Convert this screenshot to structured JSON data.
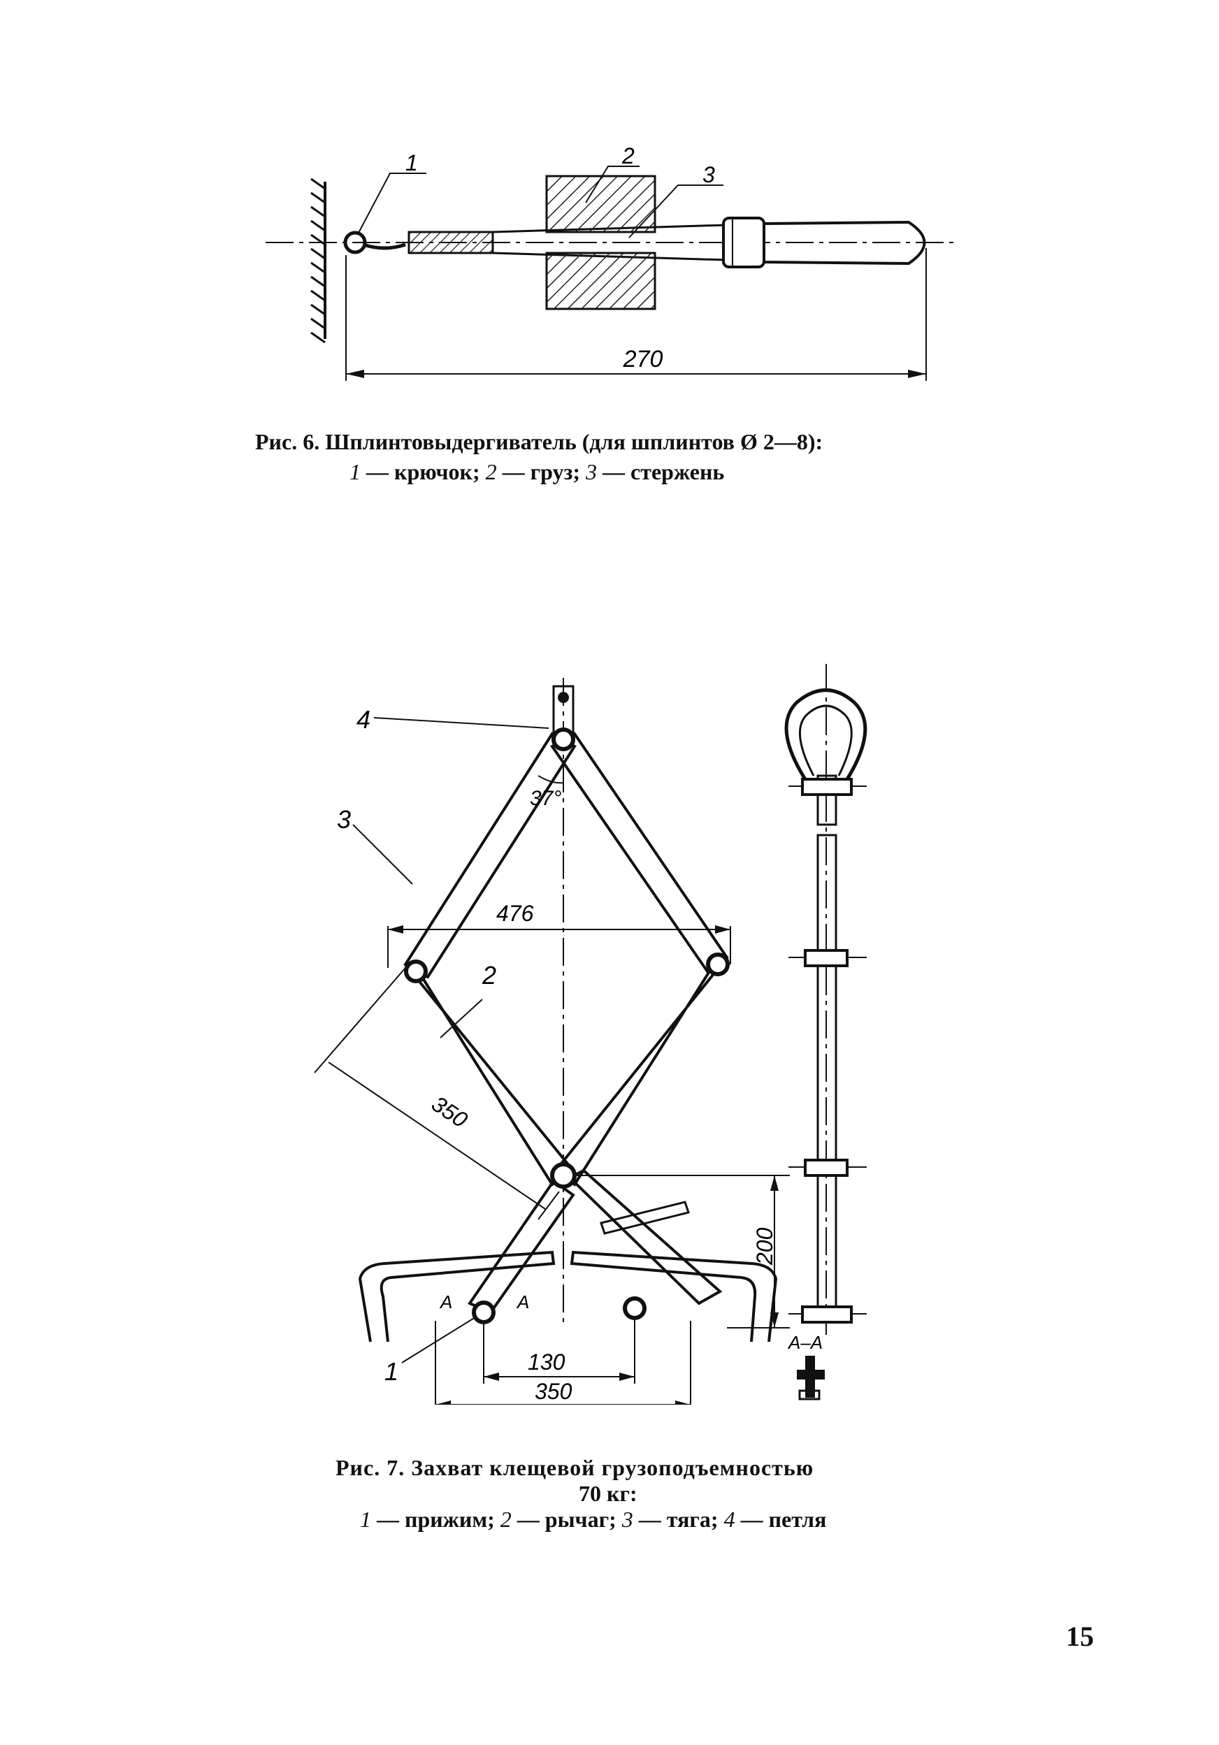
{
  "fig6": {
    "labels": {
      "l1": "1",
      "l2": "2",
      "l3": "3"
    },
    "dimension": "270",
    "caption_line1": "Рис. 6. Шплинтовыдергиватель (для шплинтов Ø 2—8):",
    "caption_line2_parts": {
      "n1": "1",
      "t1": " — крючок; ",
      "n2": "2",
      "t2": " — груз; ",
      "n3": "3",
      "t3": " — стержень"
    }
  },
  "fig7": {
    "labels": {
      "l1": "1",
      "l2": "2",
      "l3": "3",
      "l4": "4"
    },
    "dimensions": {
      "d476": "476",
      "d350_diag": "350",
      "d200": "200",
      "d130": "130",
      "d350_bottom": "350",
      "angle": "37°"
    },
    "section_marks": {
      "a_left": "A",
      "a_right": "A",
      "section_title": "A–A"
    },
    "caption_line1": "Рис. 7. Захват клещевой грузоподъемностью",
    "caption_line2": "70 кг:",
    "caption_line3_parts": {
      "n1": "1",
      "t1": " — прижим; ",
      "n2": "2",
      "t2": " — рычаг; ",
      "n3": "3",
      "t3": " — тяга; ",
      "n4": "4",
      "t4": " — петля"
    }
  },
  "page_number": "15"
}
